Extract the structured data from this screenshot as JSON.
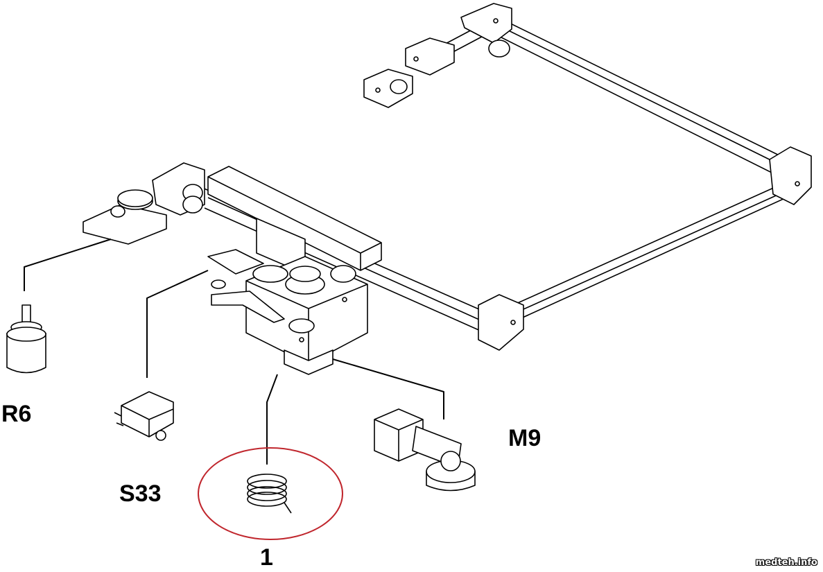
{
  "labels": {
    "r6": "R6",
    "s33": "S33",
    "item1": "1",
    "m9": "M9"
  },
  "watermark": "medteh.info",
  "colors": {
    "line": "#000000",
    "highlight": "#c0262d"
  }
}
